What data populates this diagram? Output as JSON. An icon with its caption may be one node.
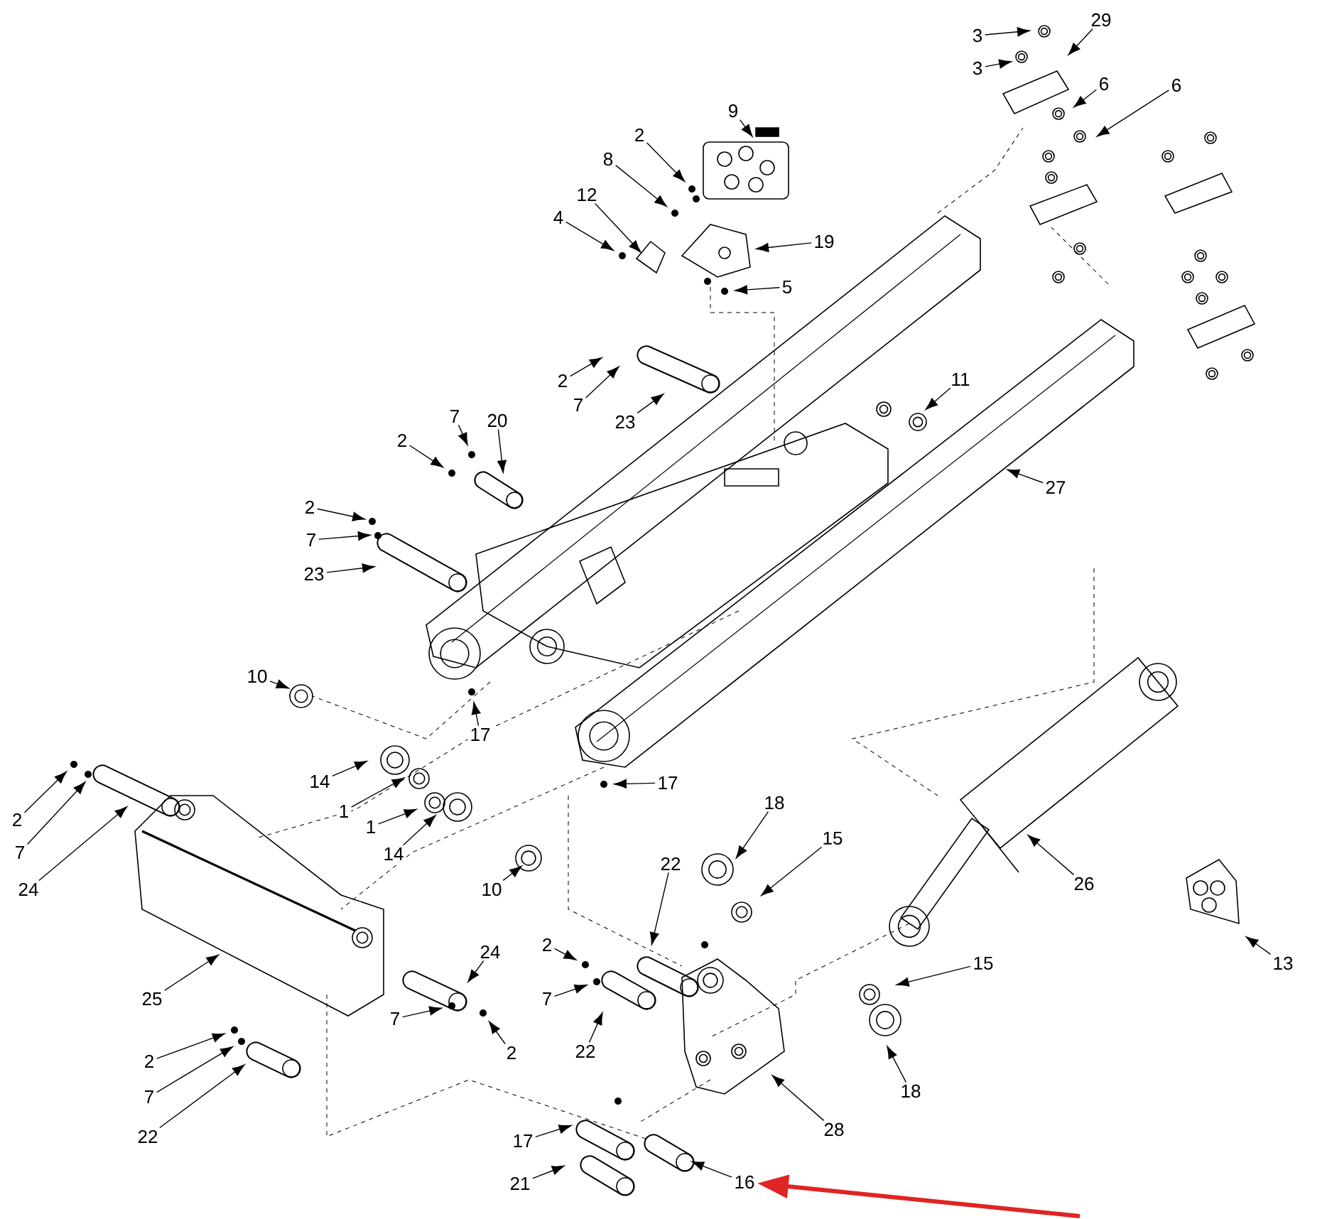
{
  "diagram": {
    "nodes": [
      {
        "text": [
          "3"
        ]
      },
      {
        "text": [
          "3"
        ]
      },
      {
        "text": [
          "29"
        ]
      },
      {
        "text": [
          "6"
        ]
      },
      {
        "text": [
          "6"
        ]
      },
      {
        "text": [
          "9"
        ]
      },
      {
        "text": [
          "2"
        ]
      },
      {
        "text": [
          "8"
        ]
      },
      {
        "text": [
          "12"
        ]
      },
      {
        "text": [
          "4"
        ]
      },
      {
        "text": [
          "19"
        ]
      },
      {
        "text": [
          "5"
        ]
      },
      {
        "text": [
          "2"
        ]
      },
      {
        "text": [
          "7"
        ]
      },
      {
        "text": [
          "23"
        ]
      },
      {
        "text": [
          "11"
        ]
      },
      {
        "text": [
          "7"
        ]
      },
      {
        "text": [
          "20"
        ]
      },
      {
        "text": [
          "2"
        ]
      },
      {
        "text": [
          "27"
        ]
      },
      {
        "text": [
          "2"
        ]
      },
      {
        "text": [
          "7"
        ]
      },
      {
        "text": [
          "23"
        ]
      },
      {
        "text": [
          "10"
        ]
      },
      {
        "text": [
          "17"
        ]
      },
      {
        "text": [
          "14"
        ]
      },
      {
        "text": [
          "1"
        ]
      },
      {
        "text": [
          "1"
        ]
      },
      {
        "text": [
          "14"
        ]
      },
      {
        "text": [
          "17"
        ]
      },
      {
        "text": [
          "2"
        ]
      },
      {
        "text": [
          "7"
        ]
      },
      {
        "text": [
          "24"
        ]
      },
      {
        "text": [
          "18"
        ]
      },
      {
        "text": [
          "15"
        ]
      },
      {
        "text": [
          "22"
        ]
      },
      {
        "text": [
          "10"
        ]
      },
      {
        "text": [
          "26"
        ]
      },
      {
        "text": [
          "13"
        ]
      },
      {
        "text": [
          "24"
        ]
      },
      {
        "text": [
          "25"
        ]
      },
      {
        "text": [
          "2"
        ]
      },
      {
        "text": [
          "7"
        ]
      },
      {
        "text": [
          "15"
        ]
      },
      {
        "text": [
          "7"
        ]
      },
      {
        "text": [
          "2"
        ]
      },
      {
        "text": [
          "22"
        ]
      },
      {
        "text": [
          "2"
        ]
      },
      {
        "text": [
          "7"
        ]
      },
      {
        "text": [
          "18"
        ]
      },
      {
        "text": [
          "28"
        ]
      },
      {
        "text": [
          "22"
        ]
      },
      {
        "text": [
          "17"
        ]
      },
      {
        "text": [
          "21"
        ]
      },
      {
        "text": [
          "16"
        ]
      }
    ],
    "edges": [
      {
        "from": 0,
        "to": null,
        "arrow": "to"
      },
      {
        "from": 1,
        "to": null,
        "arrow": "to"
      },
      {
        "from": 2,
        "to": null,
        "arrow": "to"
      },
      {
        "from": 3,
        "to": null,
        "arrow": "to"
      },
      {
        "from": 4,
        "to": null,
        "arrow": "to"
      },
      {
        "from": 5,
        "to": null,
        "arrow": "to"
      },
      {
        "from": 6,
        "to": null,
        "arrow": "to"
      },
      {
        "from": 7,
        "to": null,
        "arrow": "to"
      },
      {
        "from": 8,
        "to": null,
        "arrow": "to"
      },
      {
        "from": 9,
        "to": null,
        "arrow": "to"
      },
      {
        "from": 10,
        "to": null,
        "arrow": "to"
      },
      {
        "from": 11,
        "to": null,
        "arrow": "to"
      },
      {
        "from": 12,
        "to": null,
        "arrow": "to"
      },
      {
        "from": 13,
        "to": null,
        "arrow": "to"
      },
      {
        "from": 14,
        "to": null,
        "arrow": "to"
      },
      {
        "from": 15,
        "to": null,
        "arrow": "to"
      },
      {
        "from": 16,
        "to": null,
        "arrow": "to"
      },
      {
        "from": 17,
        "to": null,
        "arrow": "to"
      },
      {
        "from": 18,
        "to": null,
        "arrow": "to"
      },
      {
        "from": 19,
        "to": null,
        "arrow": "to"
      },
      {
        "from": 20,
        "to": null,
        "arrow": "to"
      },
      {
        "from": 21,
        "to": null,
        "arrow": "to"
      },
      {
        "from": 22,
        "to": null,
        "arrow": "to"
      },
      {
        "from": 23,
        "to": null,
        "arrow": "to"
      },
      {
        "from": 24,
        "to": null,
        "arrow": "to"
      },
      {
        "from": 25,
        "to": null,
        "arrow": "to"
      },
      {
        "from": 26,
        "to": null,
        "arrow": "to"
      },
      {
        "from": 27,
        "to": null,
        "arrow": "to"
      },
      {
        "from": 28,
        "to": null,
        "arrow": "to"
      },
      {
        "from": 29,
        "to": null,
        "arrow": "to"
      },
      {
        "from": 30,
        "to": null,
        "arrow": "to"
      },
      {
        "from": 31,
        "to": null,
        "arrow": "to"
      },
      {
        "from": 32,
        "to": null,
        "arrow": "to"
      },
      {
        "from": 33,
        "to": null,
        "arrow": "to"
      },
      {
        "from": 34,
        "to": null,
        "arrow": "to"
      },
      {
        "from": 35,
        "to": null,
        "arrow": "to"
      },
      {
        "from": 36,
        "to": null,
        "arrow": "to"
      },
      {
        "from": 37,
        "to": null,
        "arrow": "to"
      },
      {
        "from": 38,
        "to": null,
        "arrow": "to"
      },
      {
        "from": 39,
        "to": null,
        "arrow": "to"
      },
      {
        "from": 40,
        "to": null,
        "arrow": "to"
      },
      {
        "from": 41,
        "to": null,
        "arrow": "to"
      },
      {
        "from": 42,
        "to": null,
        "arrow": "to"
      },
      {
        "from": 43,
        "to": null,
        "arrow": "to"
      },
      {
        "from": 44,
        "to": null,
        "arrow": "to"
      },
      {
        "from": 45,
        "to": null,
        "arrow": "to"
      },
      {
        "from": 46,
        "to": null,
        "arrow": "to"
      },
      {
        "from": 47,
        "to": null,
        "arrow": "to"
      },
      {
        "from": 48,
        "to": null,
        "arrow": "to"
      },
      {
        "from": 49,
        "to": null,
        "arrow": "to"
      },
      {
        "from": 50,
        "to": null,
        "arrow": "to"
      },
      {
        "from": 51,
        "to": null,
        "arrow": "to"
      },
      {
        "from": 52,
        "to": null,
        "arrow": "to"
      },
      {
        "from": 53,
        "to": null,
        "arrow": "to"
      },
      {
        "from": 54,
        "to": null,
        "arrow": "to"
      },
      {
        "from": null,
        "to": 54,
        "arrow": "to",
        "style": "thick",
        "color": "#e02424"
      }
    ]
  }
}
